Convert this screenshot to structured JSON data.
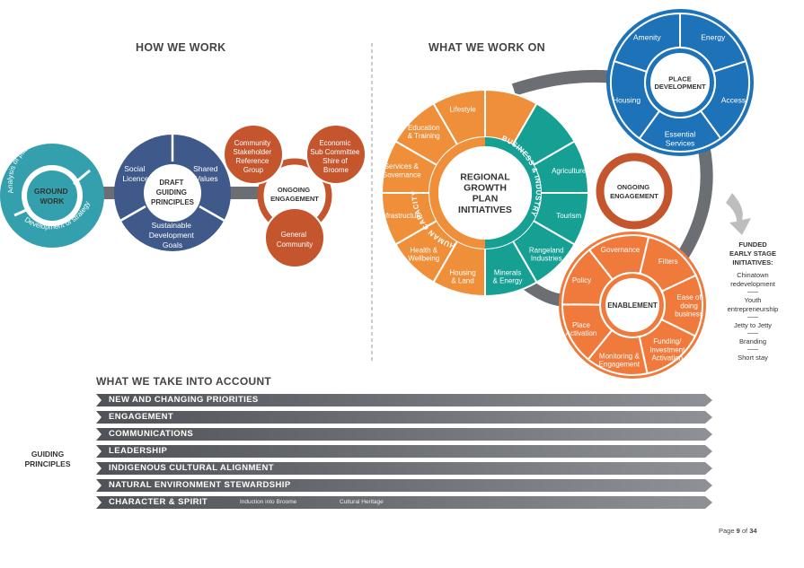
{
  "headers": {
    "how_we_work": "HOW WE WORK",
    "what_we_work_on": "WHAT WE WORK ON",
    "what_we_take_into_account": "WHAT WE TAKE INTO ACCOUNT"
  },
  "how_we_work": {
    "ground_work": {
      "center": [
        "GROUND",
        "WORK"
      ],
      "ring_top": "Analysis of past consultation",
      "ring_right": "Development of strategy"
    },
    "draft_principles": {
      "center": [
        "DRAFT",
        "GUIDING",
        "PRINCIPLES"
      ],
      "left": [
        "Social",
        "Licence"
      ],
      "right": [
        "Shared",
        "Values"
      ],
      "bottom": [
        "Sustainable",
        "Development",
        "Goals"
      ]
    },
    "ongoing_engagement": {
      "center": [
        "ONGOING",
        "ENGAGEMENT"
      ],
      "community": [
        "Community",
        "Stakeholder",
        "Reference",
        "Group"
      ],
      "economic": [
        "Economic",
        "Sub Committee",
        "Shire of",
        "Broome"
      ],
      "general": [
        "General",
        "Community"
      ]
    }
  },
  "what_we_work_on": {
    "regional": {
      "center": [
        "REGIONAL",
        "GROWTH",
        "PLAN",
        "INITIATIVES"
      ],
      "human_capacity": "HUMAN CAPACITY",
      "business_industry": "BUSINESS & INDUSTRY",
      "segments_orange": [
        [
          "Lifestyle"
        ],
        [
          "Education",
          "& Training"
        ],
        [
          "Services &",
          "Governance"
        ],
        [
          "Infrastructure"
        ],
        [
          "Health &",
          "Wellbeing"
        ],
        [
          "Housing",
          "& Land"
        ]
      ],
      "segments_teal": [
        [
          "Agriculture"
        ],
        [
          "Tourism"
        ],
        [
          "Rangeland",
          "Industries"
        ],
        [
          "Minerals",
          "& Energy"
        ]
      ]
    },
    "place": {
      "center": [
        "PLACE",
        "DEVELOPMENT"
      ],
      "segments": [
        [
          "Amenity"
        ],
        [
          "Energy"
        ],
        [
          "Access"
        ],
        [
          "Essential",
          "Services"
        ],
        [
          "Housing"
        ]
      ]
    },
    "ongoing": [
      "ONGOING",
      "ENGAGEMENT"
    ],
    "enablement": {
      "center": [
        "ENABLEMENT"
      ],
      "segments": [
        [
          "Governance"
        ],
        [
          "Filters"
        ],
        [
          "Ease of",
          "doing",
          "business"
        ],
        [
          "Funding/",
          "Investment",
          "Activation"
        ],
        [
          "Monitoring &",
          "Engagement"
        ],
        [
          "Place",
          "Activation"
        ],
        [
          "Policy"
        ]
      ]
    }
  },
  "funded": {
    "title": [
      "FUNDED",
      "EARLY STAGE",
      "INITIATIVES:"
    ],
    "items": [
      [
        "Chinatown",
        "redevelopment"
      ],
      [
        "Youth",
        "entrepreneurship"
      ],
      [
        "Jetty to Jetty"
      ],
      [
        "Branding"
      ],
      [
        "Short stay"
      ]
    ]
  },
  "guiding_principles_label": [
    "GUIDING",
    "PRINCIPLES"
  ],
  "principles": [
    {
      "label": "NEW AND CHANGING PRIORITIES"
    },
    {
      "label": "ENGAGEMENT"
    },
    {
      "label": "COMMUNICATIONS"
    },
    {
      "label": "LEADERSHIP"
    },
    {
      "label": "INDIGENOUS CULTURAL ALIGNMENT"
    },
    {
      "label": "NATURAL ENVIRONMENT STEWARDSHIP"
    },
    {
      "label": "CHARACTER & SPIRIT",
      "sub1": "Induction into Broome",
      "sub2": "Cultural Heritage"
    }
  ],
  "page_number": {
    "prefix": "Page ",
    "current": "9",
    "middle": " of ",
    "total": "34"
  },
  "colors": {
    "teal": "#34a0ad",
    "navy": "#3f5a8a",
    "rust": "#c4552d",
    "orange": "#ef8f3a",
    "green": "#16a094",
    "blue": "#1d72b8",
    "enable": "#f07a3c",
    "grey": "#6b6e72"
  }
}
